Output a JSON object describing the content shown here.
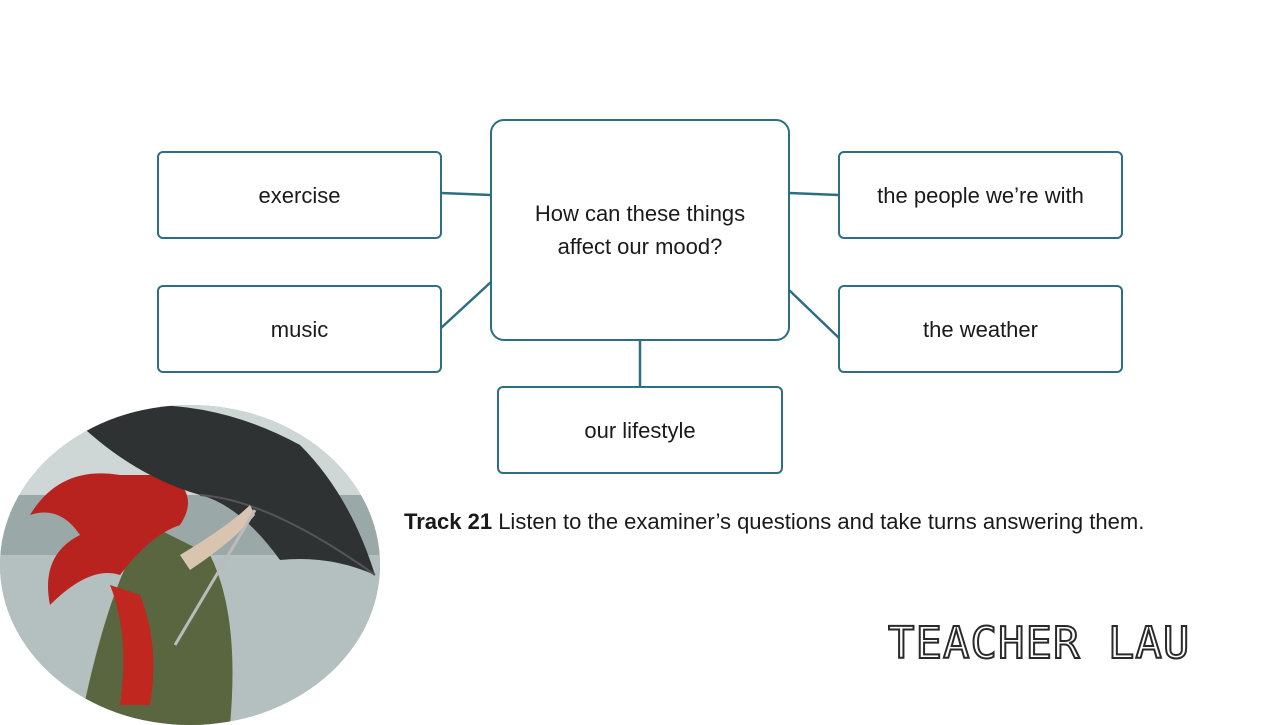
{
  "diagram": {
    "center": "How can these things affect our mood?",
    "topics": {
      "exercise": "exercise",
      "music": "music",
      "people": "the people we’re with",
      "weather": "the weather",
      "lifestyle": "our lifestyle"
    }
  },
  "instructions": {
    "track": "Track 21",
    "text": " Listen to the examiner’s questions and take turns answering them."
  },
  "logo": "TEACHER LAU",
  "colors": {
    "accent": "#2c6e84"
  }
}
